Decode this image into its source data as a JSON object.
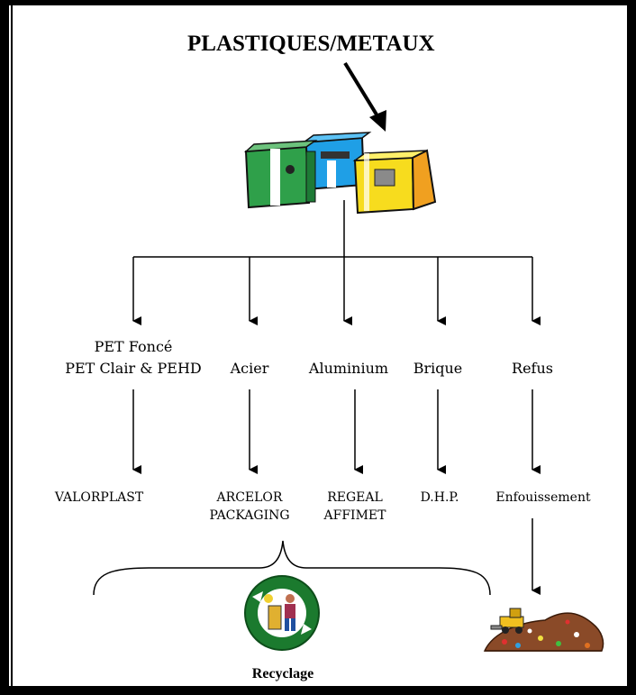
{
  "title": "PLASTIQUES/METAUX",
  "categories": [
    {
      "line1": "PET Foncé",
      "line2": "PET Clair & PEHD"
    },
    {
      "line1": "Acier"
    },
    {
      "line1": "Aluminium"
    },
    {
      "line1": "Brique"
    },
    {
      "line1": "Refus"
    }
  ],
  "destinations": [
    {
      "line1": "VALORPLAST"
    },
    {
      "line1": "ARCELOR",
      "line2": "PACKAGING"
    },
    {
      "line1": "REGEAL",
      "line2": "AFFIMET"
    },
    {
      "line1": "D.H.P."
    },
    {
      "line1": "Enfouissement"
    }
  ],
  "outcome": {
    "recycle_label": "Recyclage"
  }
}
